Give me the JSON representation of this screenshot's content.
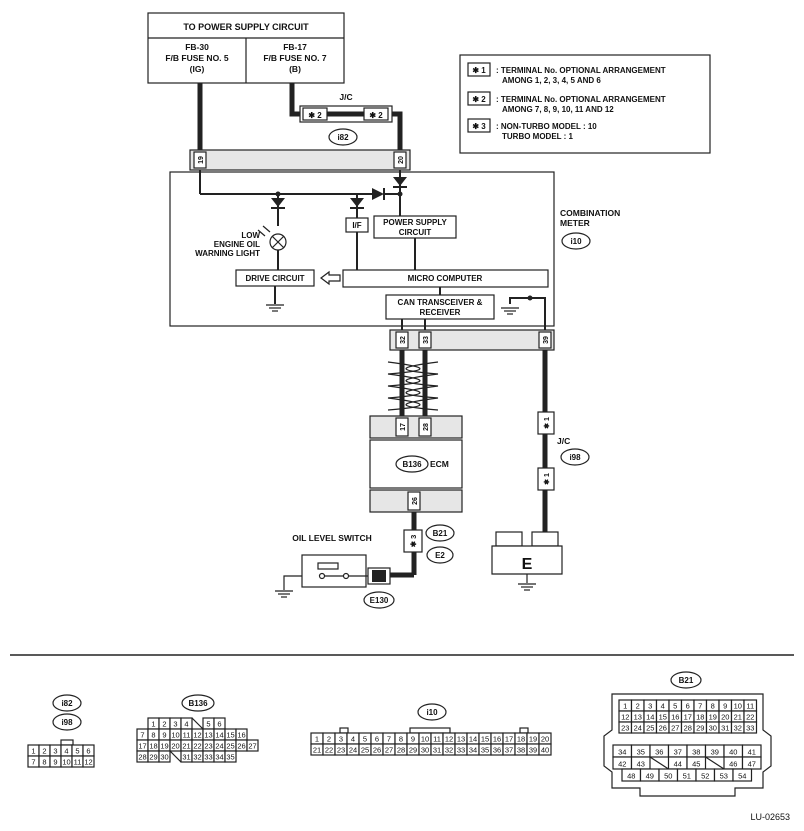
{
  "power_supply": {
    "title": "TO POWER SUPPLY CIRCUIT",
    "left": [
      "FB-30",
      "F/B FUSE NO. 5",
      "(IG)"
    ],
    "right": [
      "FB-17",
      "F/B FUSE NO. 7",
      "(B)"
    ]
  },
  "notes": [
    {
      "tag": "✱ 1",
      "lines": [
        ": TERMINAL No. OPTIONAL ARRANGEMENT",
        "AMONG 1, 2, 3, 4, 5 AND 6"
      ]
    },
    {
      "tag": "✱ 2",
      "lines": [
        ": TERMINAL No. OPTIONAL ARRANGEMENT",
        "AMONG 7, 8, 9, 10, 11 AND 12"
      ]
    },
    {
      "tag": "✱ 3",
      "lines": [
        ": NON-TURBO MODEL  : 10",
        "TURBO MODEL  : 1"
      ]
    }
  ],
  "jc_top": {
    "label": "J/C",
    "term": "✱ 2",
    "connector": "i82"
  },
  "meter": {
    "name": [
      "COMBINATION",
      "METER"
    ],
    "connector": "i10",
    "pins_top": [
      "19",
      "20"
    ],
    "pins_bottom": [
      "32",
      "33",
      "39"
    ],
    "warning_light": [
      "LOW",
      "ENGINE OIL",
      "WARNING LIGHT"
    ],
    "if_label": "I/F",
    "power_supply_circuit": [
      "POWER SUPPLY",
      "CIRCUIT"
    ],
    "drive_circuit": "DRIVE CIRCUIT",
    "micro_computer": "MICRO COMPUTER",
    "can": [
      "CAN TRANSCEIVER &",
      "RECEIVER"
    ]
  },
  "ecm": {
    "connector": "B136",
    "label": "ECM",
    "pins_top": [
      "17",
      "28"
    ],
    "pin_bottom": "26"
  },
  "jc_bottom": {
    "label": "J/C",
    "connector": "i98",
    "term": "✱ 1"
  },
  "oil_switch": {
    "label": "OIL LEVEL SWITCH",
    "term": "✱ 3",
    "conn1": "B21",
    "conn2": "E2",
    "conn3": "E130"
  },
  "ground_label": "E",
  "connectors": {
    "i82_label": "i82",
    "i98_label": "i98",
    "i82_rows": [
      [
        "1",
        "2",
        "3",
        "4",
        "5",
        "6"
      ],
      [
        "7",
        "8",
        "9",
        "10",
        "11",
        "12"
      ]
    ],
    "b136_label": "B136",
    "b136_rows": [
      [
        "1",
        "2",
        "3",
        "4",
        "",
        "5",
        "6"
      ],
      [
        "7",
        "8",
        "9",
        "10",
        "11",
        "12",
        "13",
        "14",
        "15",
        "16"
      ],
      [
        "17",
        "18",
        "19",
        "20",
        "21",
        "22",
        "23",
        "24",
        "25",
        "26",
        "27"
      ],
      [
        "28",
        "29",
        "30",
        "",
        "31",
        "32",
        "33",
        "34",
        "35"
      ]
    ],
    "i10_label": "i10",
    "i10_rows": [
      [
        "1",
        "2",
        "3",
        "4",
        "5",
        "6",
        "7",
        "8",
        "9",
        "10",
        "11",
        "12",
        "13",
        "14",
        "15",
        "16",
        "17",
        "18",
        "19",
        "20"
      ],
      [
        "21",
        "22",
        "23",
        "24",
        "25",
        "26",
        "27",
        "28",
        "29",
        "30",
        "31",
        "32",
        "33",
        "34",
        "35",
        "36",
        "37",
        "38",
        "39",
        "40"
      ]
    ],
    "b21_label": "B21",
    "b21_rows": [
      [
        "1",
        "2",
        "3",
        "4",
        "5",
        "6",
        "7",
        "8",
        "9",
        "10",
        "11"
      ],
      [
        "12",
        "13",
        "14",
        "15",
        "16",
        "17",
        "18",
        "19",
        "20",
        "21",
        "22"
      ],
      [
        "23",
        "24",
        "25",
        "26",
        "27",
        "28",
        "29",
        "30",
        "31",
        "32",
        "33"
      ],
      [
        "34",
        "35",
        "36",
        "37",
        "38",
        "39",
        "40",
        "41"
      ],
      [
        "42",
        "43",
        "",
        "44",
        "45",
        "",
        "46",
        "47"
      ],
      [
        "48",
        "49",
        "50",
        "51",
        "52",
        "53",
        "54"
      ]
    ]
  },
  "figure_code": "LU-02653"
}
